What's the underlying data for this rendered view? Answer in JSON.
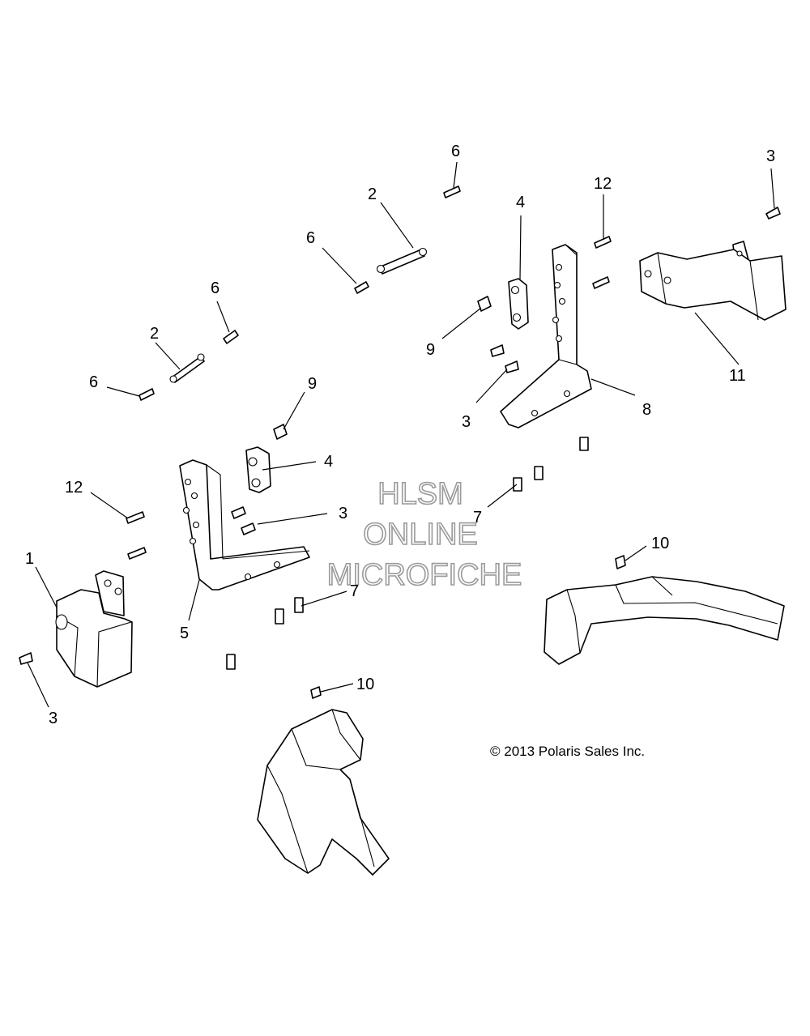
{
  "callouts": {
    "c1": "1",
    "c2a": "2",
    "c2b": "2",
    "c3a": "3",
    "c3b": "3",
    "c3c": "3",
    "c3d": "3",
    "c4a": "4",
    "c4b": "4",
    "c5": "5",
    "c6a": "6",
    "c6b": "6",
    "c6c": "6",
    "c6d": "6",
    "c7a": "7",
    "c7b": "7",
    "c8": "8",
    "c9a": "9",
    "c9b": "9",
    "c10a": "10",
    "c10b": "10",
    "c11": "11",
    "c12a": "12",
    "c12b": "12"
  },
  "watermark": {
    "line1": "HLSM",
    "line2": "ONLINE",
    "line3": "MICROFICHE"
  },
  "copyright": "© 2013 Polaris Sales Inc."
}
